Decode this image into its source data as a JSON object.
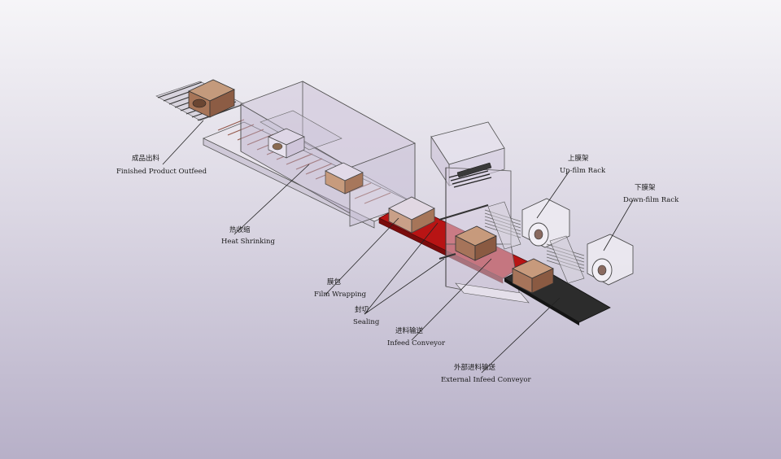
{
  "labels": {
    "finished_outfeed": {
      "cn": "成品出料",
      "en": "Finished Product Outfeed"
    },
    "heat_shrinking": {
      "cn": "热收缩",
      "en": "Heat Shrinking"
    },
    "film_wrapping": {
      "cn": "膜包",
      "en": "Film Wrapping"
    },
    "sealing": {
      "cn": "封切",
      "en": "Sealing"
    },
    "infeed_conveyor": {
      "cn": "进料输送",
      "en": "Infeed Conveyor"
    },
    "external_infeed": {
      "cn": "外部进料输送",
      "en": "External Infeed Conveyor"
    },
    "up_film_rack": {
      "cn": "上膜架",
      "en": "Up-film Rack"
    },
    "down_film_rack": {
      "cn": "下膜架",
      "en": "Down-film Rack"
    }
  },
  "colors": {
    "conveyor_red": "#b81414",
    "external_conveyor": "#2c2c2c",
    "carton": "#9b6b4f",
    "glass": "#d9d2e2"
  }
}
